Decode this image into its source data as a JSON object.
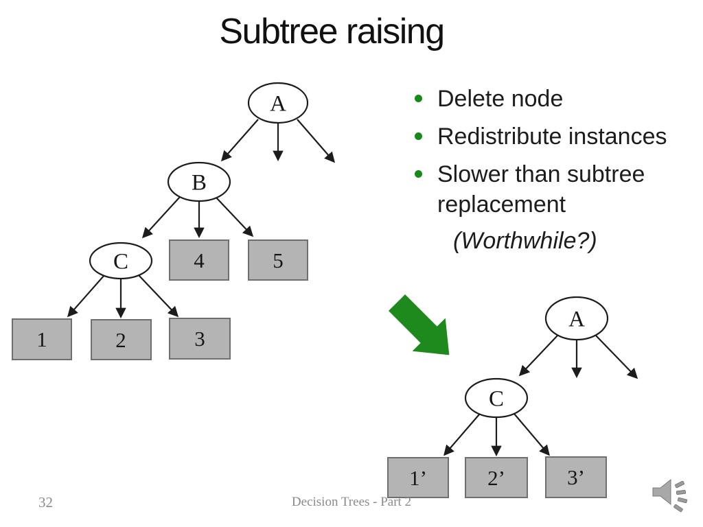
{
  "slide": {
    "title": "Subtree raising",
    "footer": {
      "page_number": "32",
      "deck_title": "Decision Trees - Part 2"
    }
  },
  "bullets": {
    "items": [
      {
        "label": "Delete node"
      },
      {
        "label": "Redistribute instances"
      },
      {
        "label": "Slower than subtree replacement"
      }
    ],
    "aside": "(Worthwhile?)"
  },
  "tree_before": {
    "root": "A",
    "inner": {
      "b": "B",
      "c": "C"
    },
    "leaves": {
      "n1": "1",
      "n2": "2",
      "n3": "3",
      "n4": "4",
      "n5": "5"
    }
  },
  "tree_after": {
    "root": "A",
    "inner": {
      "c": "C"
    },
    "leaves": {
      "n1": "1’",
      "n2": "2’",
      "n3": "3’"
    }
  },
  "icons": {
    "audio_indicator": "speaker-with-sound-waves-icon",
    "transform_arrow": "green-diagonal-block-arrow"
  },
  "colors": {
    "leaf_fill": "#b4b4b4",
    "leaf_border": "#6e6e6e",
    "edge_stroke": "#1c1c1c",
    "bullet_dot_green": "#168a16",
    "transform_arrow_green": "#1e8a1e",
    "footer_text": "#8a8a8a"
  }
}
